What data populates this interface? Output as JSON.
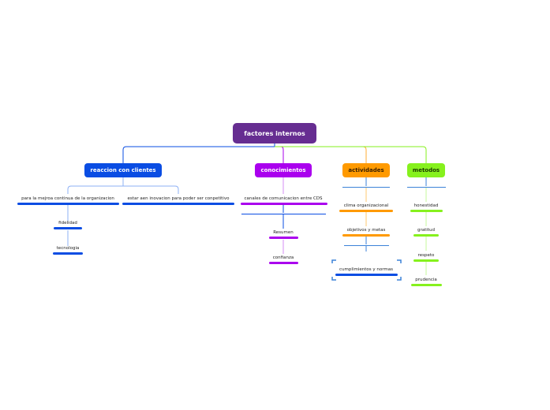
{
  "root": {
    "label": "factores internos",
    "color": "#662d91"
  },
  "branches": [
    {
      "key": "clientes",
      "label": "reaccion con clientes",
      "color": "#0a4de3",
      "subs": [
        {
          "label": "para la mejroa continua de la organizacion"
        },
        {
          "label": "fidelidad"
        },
        {
          "label": "tecnologia"
        },
        {
          "label": "estar aen inovacion para poder ser conpetitivo"
        }
      ]
    },
    {
      "key": "conocimientos",
      "label": "conocimientos",
      "color": "#aa00ee",
      "subs": [
        {
          "label": "canales de comunicacion entre CDS"
        },
        {
          "label": "Resumen"
        },
        {
          "label": "confianza"
        }
      ]
    },
    {
      "key": "actividades",
      "label": "actividades",
      "color": "#ff9a00",
      "subs": [
        {
          "label": "clima organizacional"
        },
        {
          "label": "objetivos y metas"
        },
        {
          "label": "cumplimientos y normas"
        }
      ]
    },
    {
      "key": "metodos",
      "label": "metodos",
      "color": "#86f11d",
      "subs": [
        {
          "label": "honestidad"
        },
        {
          "label": "gratitud"
        },
        {
          "label": "respeto"
        },
        {
          "label": "prudencia"
        }
      ]
    }
  ]
}
